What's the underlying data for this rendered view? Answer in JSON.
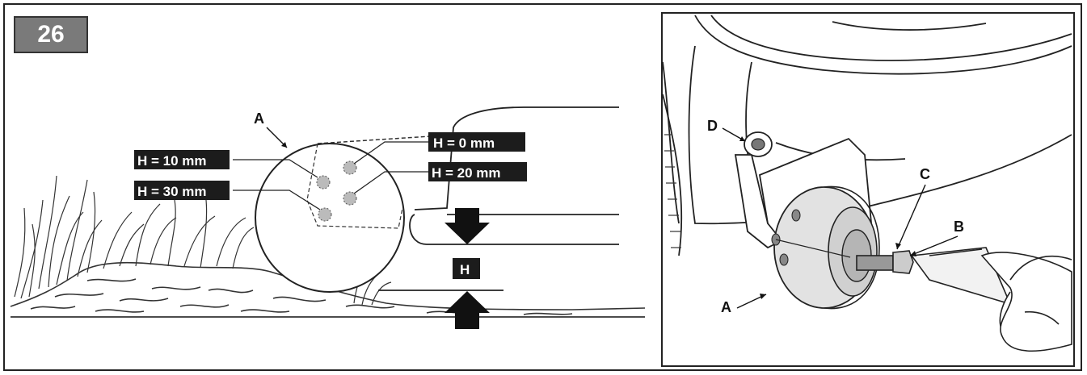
{
  "figure": {
    "number": "26"
  },
  "left": {
    "wheel_label": "A",
    "settings": {
      "h0": "H = 0 mm",
      "h10": "H = 10 mm",
      "h20": "H = 20 mm",
      "h30": "H = 30 mm"
    },
    "height_label": "H"
  },
  "right": {
    "labels": {
      "a": "A",
      "b": "B",
      "c": "C",
      "d": "D"
    }
  },
  "colors": {
    "tag_bg": "#1c1c1c",
    "badge_bg": "#7a7a7a",
    "line": "#222222"
  }
}
